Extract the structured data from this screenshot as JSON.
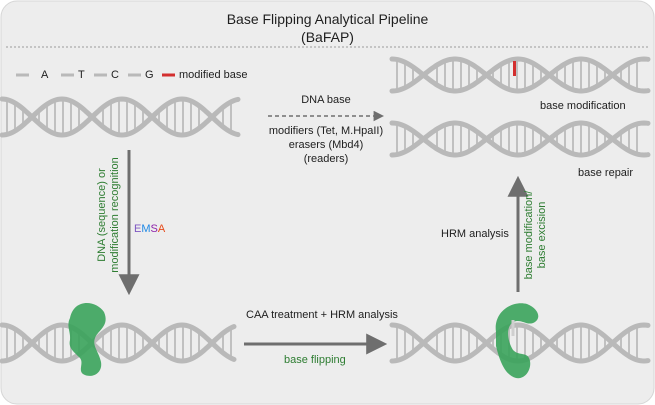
{
  "title": {
    "line1": "Base Flipping Analytical Pipeline",
    "line2": "(BaFAP)"
  },
  "legend": {
    "items": [
      {
        "label": "A",
        "color": "#b9b9b9"
      },
      {
        "label": "T",
        "color": "#b9b9b9"
      },
      {
        "label": "C",
        "color": "#b9b9b9"
      },
      {
        "label": "G",
        "color": "#b9b9b9"
      },
      {
        "label": "modified base",
        "color": "#d32f2f"
      }
    ]
  },
  "top_arrow": {
    "label_above": "DNA base",
    "label_below": [
      "modifiers (Tet, M.HpaII)",
      "erasers (Mbd4)",
      "(readers)"
    ]
  },
  "right_labels": {
    "modification": "base modification",
    "repair": "base repair"
  },
  "left_arrow": {
    "label_line1": "DNA (sequence) or",
    "label_line2": "modification recognition",
    "emsa": {
      "e": "E",
      "m": "M",
      "s": "S",
      "a": "A"
    }
  },
  "right_arrow": {
    "hrm_label": "HRM analysis",
    "label_line1": "base modification/",
    "label_line2": "base excision"
  },
  "bottom": {
    "caa_label": "CAA treatment + HRM analysis",
    "flip_label": "base flipping"
  },
  "colors": {
    "background": "#ededed",
    "dna": "#b9b9b9",
    "protein": "#3aa35b",
    "arrow": "#6e6e6e",
    "modified": "#d32f2f",
    "label_green": "#2e7d32"
  }
}
